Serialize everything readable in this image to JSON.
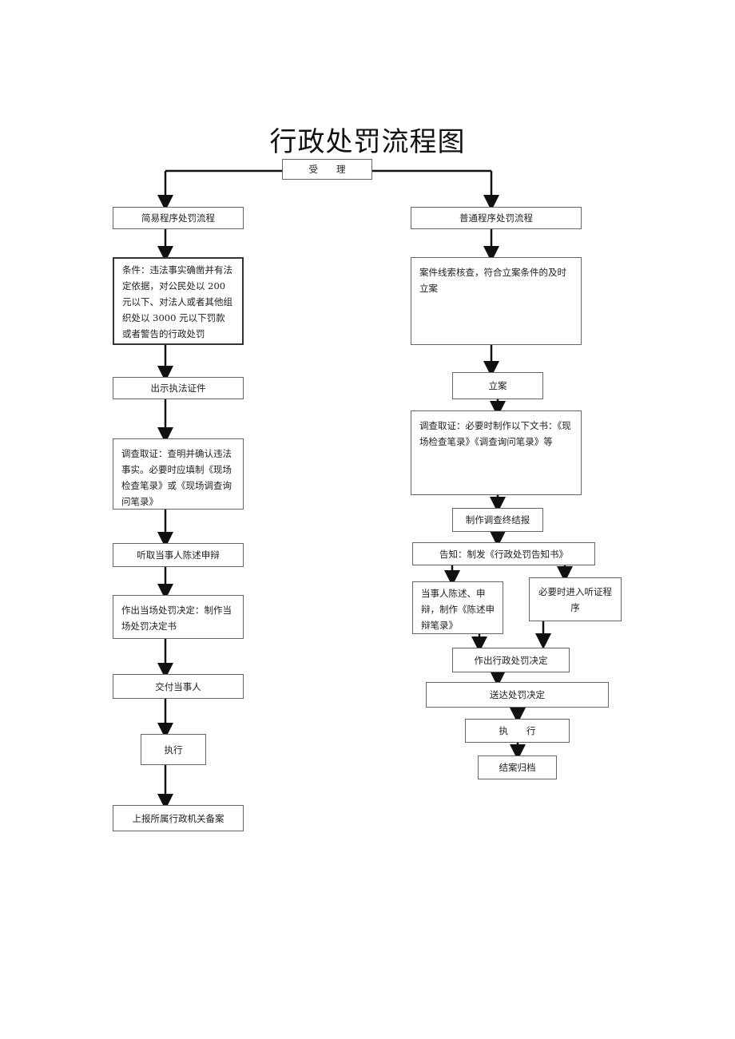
{
  "title": "行政处罚流程图",
  "start": "受　　理",
  "simple": {
    "header": "简易程序处罚流程",
    "condition": "条件：违法事实确凿并有法定依据，对公民处以 200 元以下、对法人或者其他组织处以 3000 元以下罚款或者警告的行政处罚",
    "step_show_id": "出示执法证件",
    "step_investigate": "调查取证：查明并确认违法事实。必要时应填制《现场检查笔录》或《现场调查询问笔录》",
    "step_hear": "听取当事人陈述申辩",
    "step_decide": "作出当场处罚决定：制作当场处罚决定书",
    "step_deliver": "交付当事人",
    "step_execute": "执行",
    "step_report": "上报所属行政机关备案"
  },
  "general": {
    "header": "普通程序处罚流程",
    "check": "案件线索核查，符合立案条件的及时立案",
    "file": "立案",
    "investigate": "调查取证：必要时制作以下文书：《现场检查笔录》《调查询问笔录》等",
    "report": "制作调查终结报",
    "notify": "告知：制发《行政处罚告知书》",
    "statement": "当事人陈述、申辩，制作《陈述申辩笔录》",
    "hearing": "必要时进入听证程序",
    "decide": "作出行政处罚决定",
    "deliver": "送达处罚决定",
    "execute": "执　　行",
    "archive": "结案归档"
  }
}
